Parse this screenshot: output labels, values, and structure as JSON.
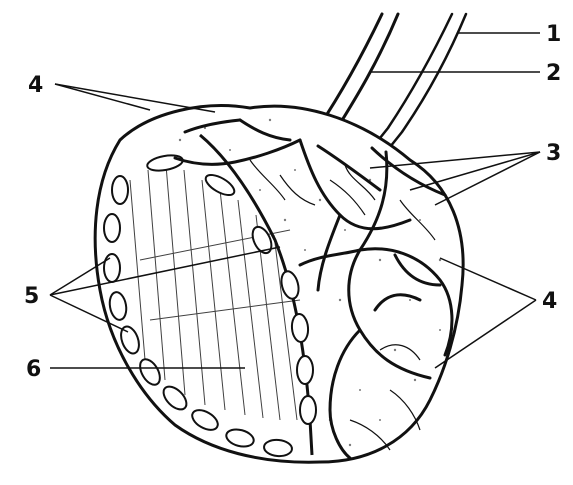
{
  "labels": {
    "l1": "1",
    "l2": "2",
    "l3": "3",
    "l4_top": "4",
    "l4_right": "4",
    "l5": "5",
    "l6": "6"
  },
  "colors": {
    "ink": "#111111",
    "fill": "#ffffff"
  }
}
